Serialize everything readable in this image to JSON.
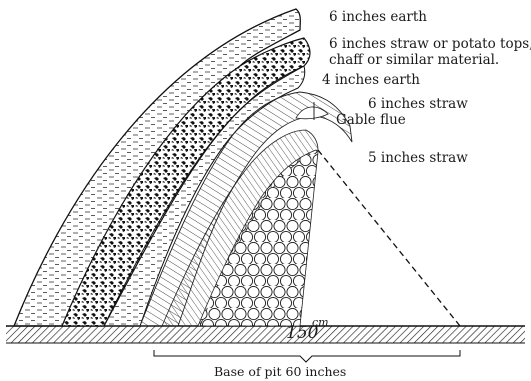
{
  "labels": {
    "layer1": "6 inches earth",
    "layer2_line1": "6 inches straw or potato tops,",
    "layer2_line2": "chaff or similar material.",
    "layer3": "4 inches earth",
    "layer4": "6 inches straw",
    "flue": "Gable flue",
    "layer5": "5 inches straw",
    "measure_value": "150",
    "measure_unit": "cm",
    "base": "Base of pit 60 inches"
  }
}
